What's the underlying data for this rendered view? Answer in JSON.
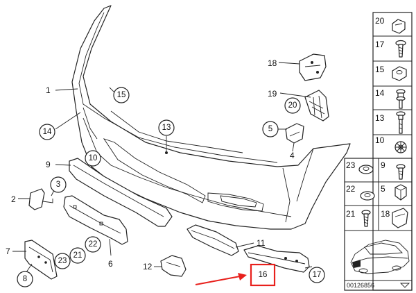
{
  "callouts": {
    "c1": "1",
    "c2": "2",
    "c3": "3",
    "c4": "4",
    "c5": "5",
    "c6": "6",
    "c7": "7",
    "c8": "8",
    "c9": "9",
    "c10": "10",
    "c11": "11",
    "c12": "12",
    "c13": "13",
    "c14": "14",
    "c15": "15",
    "c16": "16",
    "c17": "17",
    "c18": "18",
    "c19": "19",
    "c20": "20",
    "c21": "21",
    "c22": "22",
    "c23": "23"
  },
  "legend": {
    "c20": "20",
    "c17": "17",
    "c15": "15",
    "c14": "14",
    "c13": "13",
    "c10": "10",
    "c23": "23",
    "c9": "9",
    "c22": "22",
    "c5": "5",
    "c21": "21",
    "c18": "18"
  },
  "reference_number": "00126856",
  "highlight_color": "#e8201c"
}
